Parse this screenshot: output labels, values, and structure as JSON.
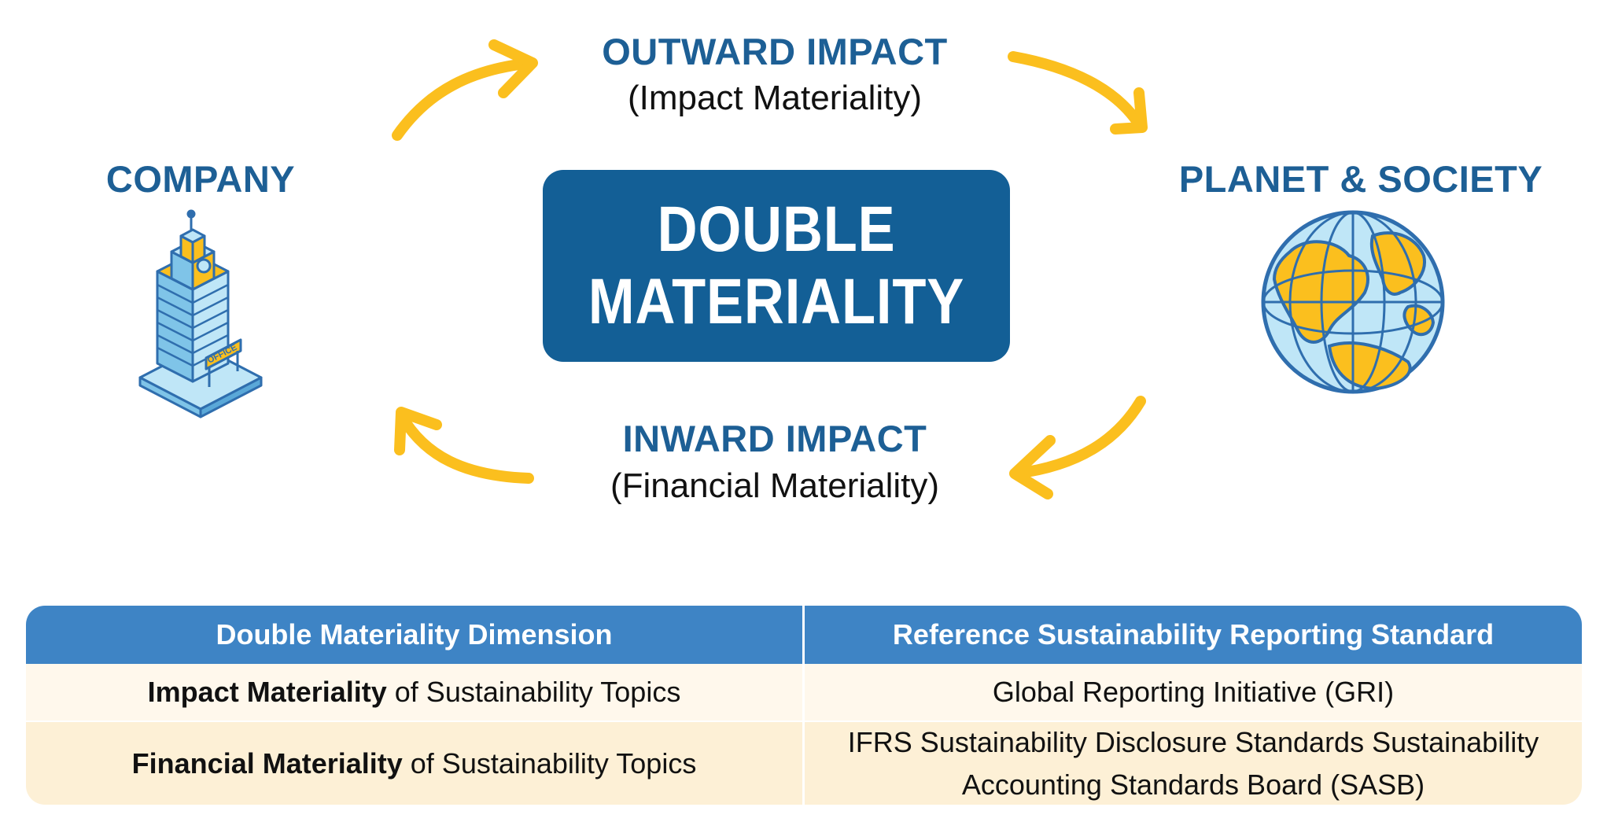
{
  "diagram": {
    "outward": {
      "title": "OUTWARD IMPACT",
      "subtitle": "(Impact Materiality)"
    },
    "inward": {
      "title": "INWARD IMPACT",
      "subtitle": "(Financial Materiality)"
    },
    "company": {
      "title": "COMPANY",
      "sign_text": "OFFICE"
    },
    "planet": {
      "title": "PLANET & SOCIETY"
    },
    "center": {
      "line1": "DOUBLE",
      "line2": "MATERIALITY"
    },
    "colors": {
      "navy": "#1d5f95",
      "box": "#135f96",
      "arrow": "#fbbf1e",
      "table_header": "#3e84c5",
      "row1": "#fff8ec",
      "row2": "#fdf0d6"
    }
  },
  "table": {
    "headers": [
      "Double Materiality Dimension",
      "Reference Sustainability Reporting Standard"
    ],
    "rows": [
      {
        "bold": "Impact Materiality",
        "rest": "of Sustainability Topics",
        "standard": "Global Reporting Initiative (GRI)"
      },
      {
        "bold": "Financial Materiality",
        "rest": "of Sustainability Topics",
        "standard_line1": "IFRS Sustainability Disclosure Standards Sustainability",
        "standard_line2": "Accounting Standards Board (SASB)"
      }
    ]
  }
}
